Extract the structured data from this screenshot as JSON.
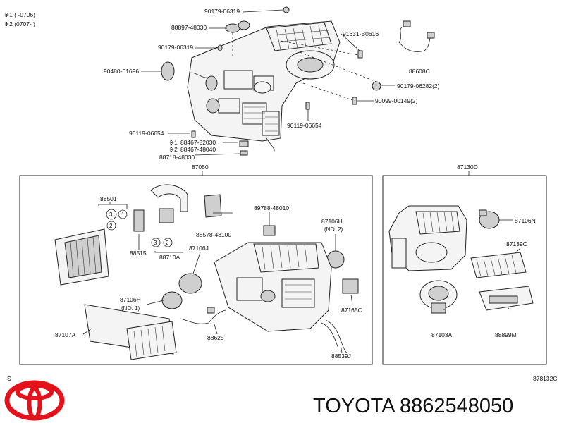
{
  "legend": {
    "note1": "※1 (     -0706)",
    "note2": "※2 (0707-     )"
  },
  "top_labels": {
    "p90179_06319_a": "90179-06319",
    "p88897_48030": "88897-48030",
    "p90179_06319_b": "90179-06319",
    "p90480_01696": "90480-01696",
    "p91631_b0616": "91631-B0616",
    "p88608c": "88608C",
    "p90179_06282": "90179-06282(2)",
    "p90099_00149": "90099-00149(2)",
    "p90119_06654_a": "90119-06654",
    "p90119_06654_b": "90119-06654",
    "p88467_52030": "88467-52030",
    "p88467_48040": "88467-48040",
    "mark1": "※1",
    "mark2": "※2",
    "p88718_48030": "88718-48030"
  },
  "left_box": {
    "title": "87050",
    "p88501": "88501",
    "c3a": "3",
    "c2a": "2",
    "c1a": "1",
    "p88515": "88515",
    "c3b": "3",
    "c2b": "2",
    "p88710a": "88710A",
    "p88578_48100": "88578-48100",
    "p89788_48010": "89788-48010",
    "p87106h_no2": "87106H",
    "no2": "(NO. 2)",
    "p87106j": "87106J",
    "p87106h_no1": "87106H",
    "no1": "(NO. 1)",
    "p87107a": "87107A",
    "p88625": "88625",
    "p87165c": "87165C",
    "p88539j": "88539J"
  },
  "right_box": {
    "title": "87130D",
    "p87106n": "87106N",
    "p87139c": "87139C",
    "p87103a": "87103A",
    "p88899m": "88899M"
  },
  "footer": {
    "left_mark": "S",
    "diagram_code": "878132C",
    "brand_part": "TOYOTA 8862548050"
  },
  "colors": {
    "logo_red": "#e3121b",
    "line": "#222222"
  }
}
